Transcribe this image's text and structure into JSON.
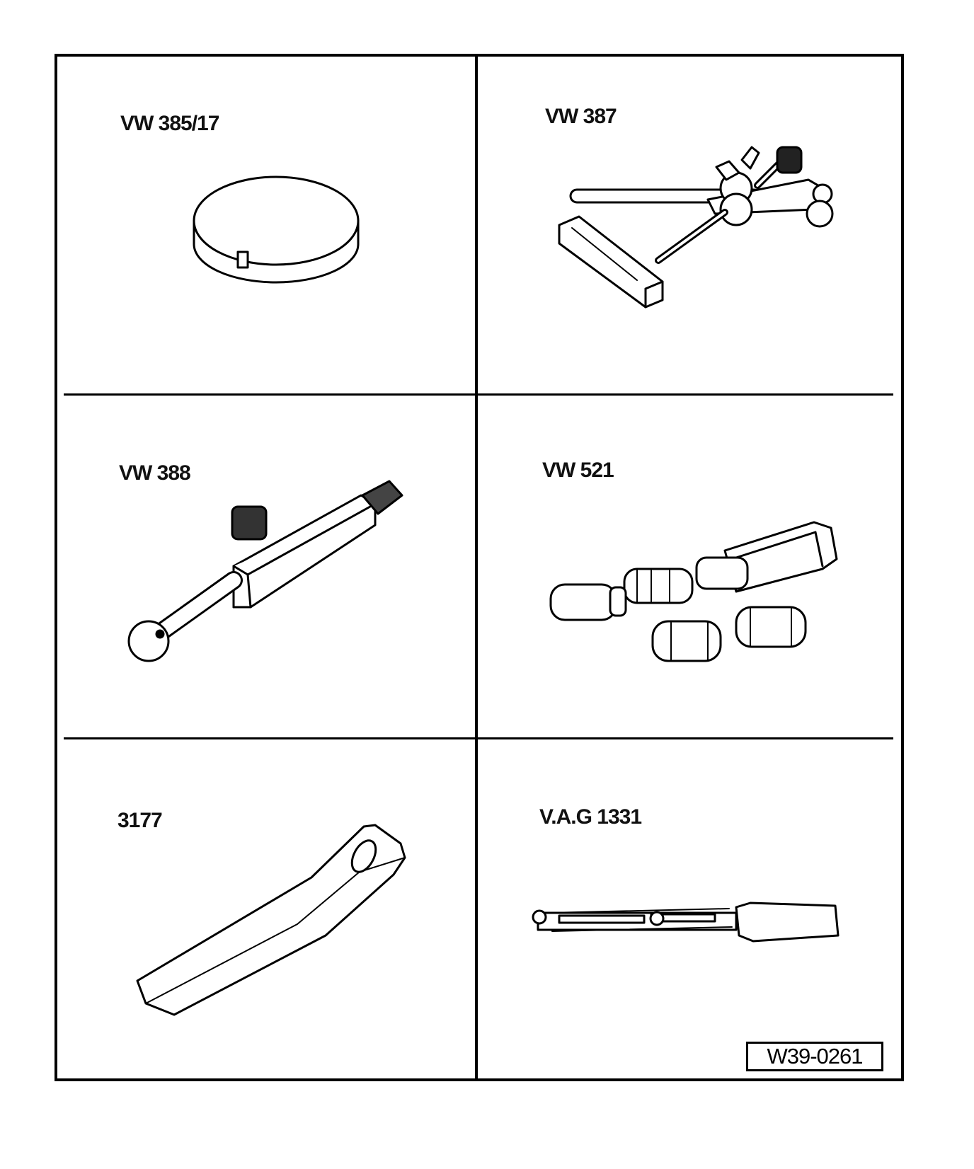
{
  "tools": [
    {
      "id": "vw-385-17",
      "label": "VW 385/17",
      "icon": "disc-icon"
    },
    {
      "id": "vw-387",
      "label": "VW 387",
      "icon": "gauge-holder-icon"
    },
    {
      "id": "vw-388",
      "label": "VW 388",
      "icon": "probe-arm-icon"
    },
    {
      "id": "vw-521",
      "label": "VW 521",
      "icon": "adapter-set-icon"
    },
    {
      "id": "3177",
      "label": "3177",
      "icon": "lever-icon"
    },
    {
      "id": "vag-1331",
      "label": "V.A.G 1331",
      "icon": "torque-wrench-icon"
    }
  ],
  "figure_code": "W39-0261",
  "colors": {
    "ink": "#000000",
    "paper": "#ffffff"
  }
}
